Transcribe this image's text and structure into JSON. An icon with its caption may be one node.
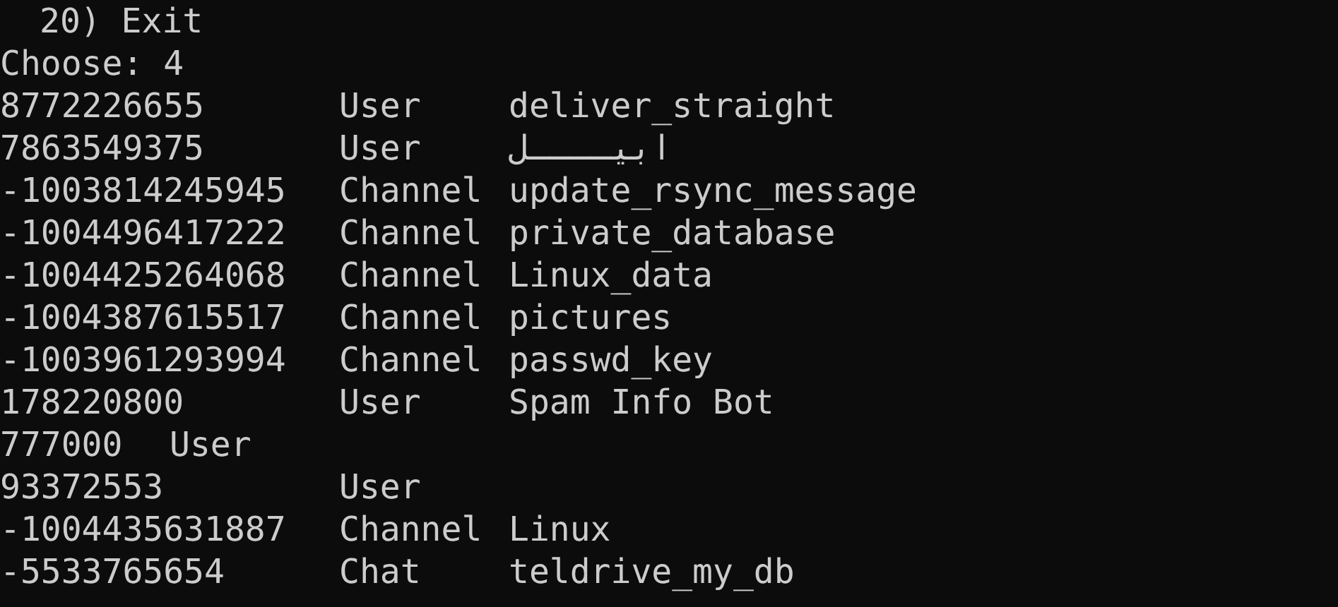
{
  "diagram": {
    "labels": [
      "20) Exit",
      "Choose: 4",
      "8772226655",
      "User",
      "deliver_straight",
      "7863549375",
      "User",
      "ابيــــل",
      "-1003814245945",
      "Channel",
      "update_rsync_message",
      "-1004496417222",
      "Channel",
      "private_database",
      "-1004425264068",
      "Channel",
      "Linux_data",
      "-1004387615517",
      "Channel",
      "pictures",
      "-1003961293994",
      "Channel",
      "passwd_key",
      "178220800",
      "User",
      "Spam Info Bot",
      "777000",
      "User",
      "93372553",
      "User",
      "-1004435631887",
      "Channel",
      "Linux",
      "-5533765654",
      "Chat",
      "teldrive_my_db"
    ]
  }
}
